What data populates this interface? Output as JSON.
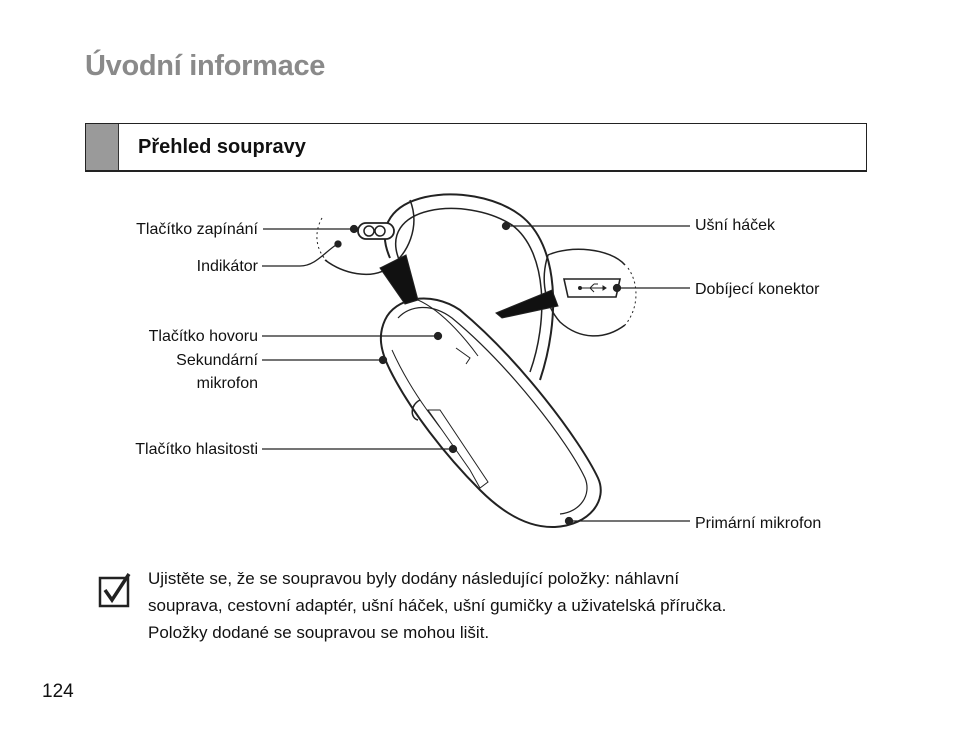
{
  "page": {
    "title": "Úvodní informace",
    "section_title": "Přehled soupravy",
    "page_number": "124"
  },
  "diagram": {
    "labels": {
      "power_button": "Tlačítko zapínání",
      "indicator": "Indikátor",
      "call_button": "Tlačítko hovoru",
      "secondary_mic_line1": "Sekundární",
      "secondary_mic_line2": "mikrofon",
      "volume_button": "Tlačítko hlasitosti",
      "ear_hook": "Ušní háček",
      "charger_connector": "Dobíjecí konektor",
      "primary_mic": "Primární mikrofon"
    }
  },
  "note": {
    "icon": "checkbox-checked-icon",
    "line1": "Ujistěte se, že se soupravou byly dodány následující položky: náhlavní",
    "line2": "souprava, cestovní adaptér, ušní háček, ušní gumičky a uživatelská příručka.",
    "line3": "Položky dodané se soupravou se mohou lišit."
  }
}
